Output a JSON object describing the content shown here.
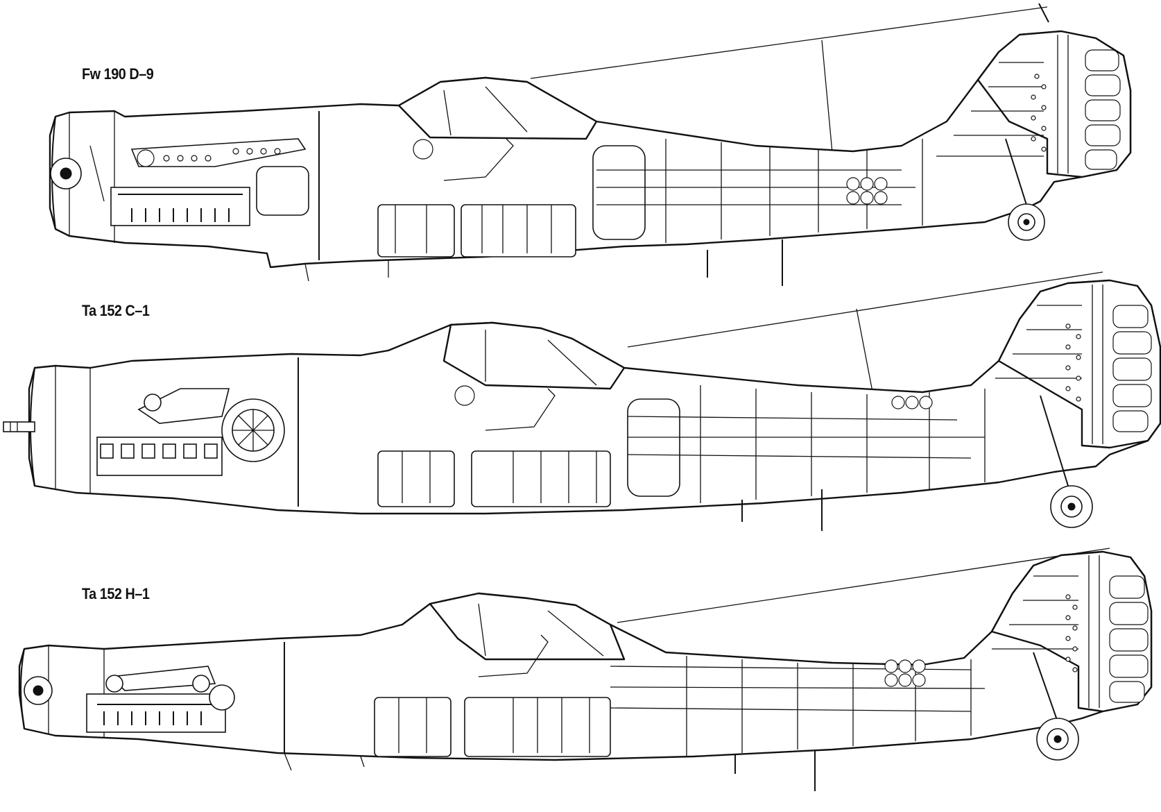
{
  "drawings": [
    {
      "id": "fw190d9",
      "label": "Fw 190 D–9"
    },
    {
      "id": "ta152c1",
      "label": "Ta 152 C–1"
    },
    {
      "id": "ta152h1",
      "label": "Ta 152 H–1"
    }
  ]
}
